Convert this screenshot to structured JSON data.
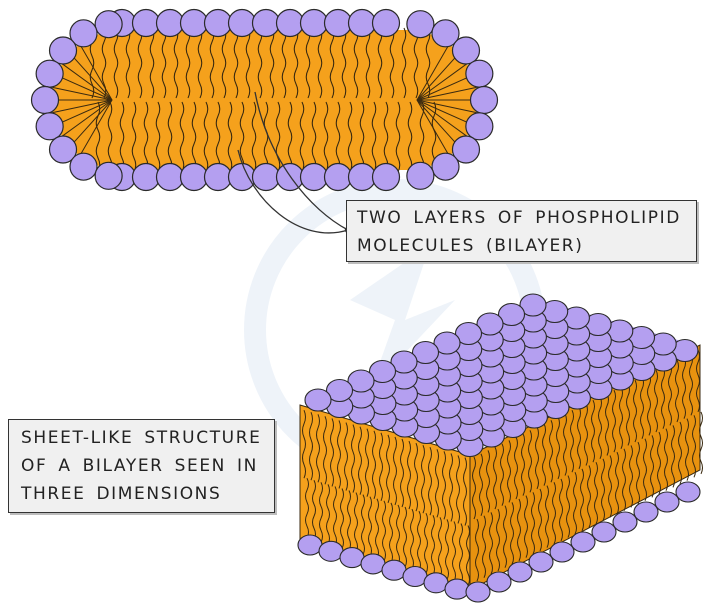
{
  "colors": {
    "head": "#b49ff0",
    "head_stroke": "#2a2a2a",
    "tail_fill": "#f5a11c",
    "tail_dark": "#c76d07",
    "tail_line": "#3a2a10",
    "callout_bg": "#f0f0f0",
    "watermark": "#e3edf7"
  },
  "callouts": {
    "bilayer": {
      "line1": "TWO LAYERS OF PHOSPHOLIPID",
      "line2": "MOLECULES (BILAYER)"
    },
    "sheet": {
      "line1": "SHEET-LIKE STRUCTURE",
      "line2": "OF A BILAYER SEEN IN",
      "line3": "THREE DIMENSIONS"
    }
  }
}
